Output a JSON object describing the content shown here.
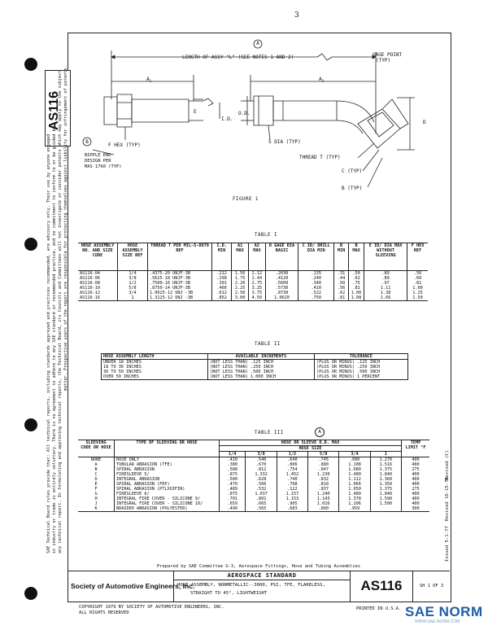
{
  "doc": {
    "handwritten_mark": "3",
    "side_id": "AS116",
    "side_notice_lines": [
      "SAE Technical Board rules provide that: All technical reports, including standards approved and practices recommended, are advisory only. Their use by anyone engaged",
      "in industry or trade is entirely voluntary. There is no agreement to adhere to any SAE standard or recommended practice, and no commitment to conform to or be guided by",
      "any technical report. In formulating and approving technical reports, the Technical Board, its Councils and Committees will not investigate or consider patents which may apply to the subject",
      "matter. Prospective users of the report are responsible for protecting themselves against liability for infringement of patents."
    ],
    "right_vertical": [
      "Issued 5-1-77",
      "Revised 10-15-78",
      "Revised  (C)"
    ]
  },
  "figure": {
    "callout_a": "A",
    "length_label": "LENGTH OF ASSY \"L\" (SEE NOTES 1 AND 2)",
    "gage_point": "GAGE POINT",
    "gage_point_sub": "(TYP)",
    "a1": "A",
    "a1_sub": "1",
    "a2": "A",
    "a2_sub": "2",
    "e_label": "E",
    "id_label": "I.D.",
    "od_label": "O.D.",
    "d_label": "D",
    "f_hex": "F HEX (TYP)",
    "s_dia": "S DIA (TYP)",
    "callout_b": "B",
    "nipple": "NIPPLE END",
    "design_per": "DESIGN PER",
    "mas": "MAS 1760 (TYP)",
    "thread": "THREAD T (TYP)",
    "c_typ": "C (TYP)",
    "b_typ": "B (TYP)",
    "caption": "FIGURE 1"
  },
  "table1": {
    "caption": "TABLE I",
    "headers": [
      "HOSE ASSEMBLY NO. AND SIZE CODE",
      "HOSE ASSEMBLY SIZE REF",
      "THREAD T PER MIL-S-8879 REF",
      "I.D. MIN",
      "A1 MAX",
      "A2 MAX",
      "D GAGE DIA BASIC",
      "C ID/ DRILL DIA MIN",
      "B MIN",
      "B MAX",
      "E ID/ DIA MAX WITHOUT SLEEVING",
      "F HEX REF"
    ],
    "rows": [
      [
        "AS116-04",
        "1/4",
        ".4375-20 UNJF-3B",
        ".212",
        "1.56",
        "2.12",
        ".2030",
        ".135",
        ".31",
        ".50",
        ".89",
        ".56"
      ],
      [
        "AS116-06",
        "3/8",
        ".5625-18 UNJF-3B",
        ".298",
        "1.75",
        "2.44",
        ".4120",
        ".240",
        ".44",
        ".62",
        ".89",
        ".69"
      ],
      [
        "AS116-08",
        "1/2",
        ".7500-16 UNJF-3B",
        ".391",
        "2.20",
        "2.75",
        ".5600",
        ".340",
        ".50",
        ".75",
        ".97",
        ".81"
      ],
      [
        "AS116-10",
        "5/8",
        ".8750-14 UNJF-3B",
        ".466",
        "2.25",
        "3.25",
        ".5730",
        ".410",
        ".56",
        ".81",
        "1.11",
        "1.00"
      ],
      [
        "AS116-12",
        "3/4",
        "1.0625-12 UNJ -3B",
        ".612",
        "2.50",
        "3.75",
        ".8730",
        ".522",
        ".62",
        "1.00",
        "1.38",
        "1.25"
      ],
      [
        "AS116-16",
        "1",
        "1.3125-12 UNJ -3B",
        ".852",
        "3.00",
        "4.50",
        "1.0620",
        ".750",
        ".81",
        "1.08",
        "1.66",
        "1.50"
      ]
    ]
  },
  "table2": {
    "caption": "TABLE II",
    "headers": [
      "HOSE ASSEMBLY LENGTH",
      "AVAILABLE INCREMENTS",
      "TOLERANCE"
    ],
    "rows": [
      [
        "UNDER 18 INCHES",
        "(NOT LESS THAN)  .125 INCH",
        "(PLUS OR MINUS) .125 INCH"
      ],
      [
        "18 TO 36 INCHES",
        "(NOT LESS THAN)  .250 INCH",
        "(PLUS OR MINUS) .250 INCH"
      ],
      [
        "36 TO 50 INCHES",
        "(NOT LESS THAN)  .500 INCH",
        "(PLUS OR MINUS) .500 INCH"
      ],
      [
        "OVER 50 INCHES",
        "(NOT LESS THAN) 1.000 INCH",
        "(PLUS OR MINUS) 1 PERCENT"
      ]
    ]
  },
  "table3": {
    "caption": "TABLE III",
    "callout": "A",
    "h_code": "SLEEVING CODE OR HOSE",
    "h_type": "TYPE OF SLEEVING OR HOSE",
    "h_group": "HOSE OR SLEEVE O.D. MAX",
    "h_size": "HOSE SIZE",
    "h_temp": "TEMP LIMIT °F",
    "sizes": [
      "1/4",
      "3/8",
      "1/2",
      "5/8",
      "3/4",
      "1"
    ],
    "rows": [
      [
        "NONE",
        "HOSE ONLY",
        ".410",
        ".540",
        ".640",
        ".745",
        ".990",
        "1.270",
        "400"
      ],
      [
        "A",
        "TUBULAR ABRASION (TFE)",
        ".380",
        ".670",
        ".806",
        ".880",
        "1.108",
        "1.516",
        "400"
      ],
      [
        "B",
        "SPIRAL ABRASION",
        ".588",
        ".812",
        ".754",
        ".847",
        "1.080",
        "1.375",
        "275"
      ],
      [
        "C",
        "FIRESLEEVE  5/",
        ".875",
        "1.332",
        "1.452",
        "1.230",
        "1.480",
        "1.840",
        "400"
      ],
      [
        "D",
        "INTEGRAL ABRASION",
        ".500",
        ".628",
        ".740",
        ".832",
        "1.112",
        "1.360",
        "400"
      ],
      [
        "E",
        "SPIRAL ABRASION (FEP)",
        ".470",
        ".506",
        ".708",
        ".810",
        "1.066",
        "1.350",
        "400"
      ],
      [
        "F",
        "SPIRAL ABRASION (PTLXOIFIN)",
        ".489",
        ".532",
        ".122",
        ".837",
        "1.050",
        "1.375",
        "275"
      ],
      [
        "G",
        "FIRESLEEVE  6/",
        ".875",
        "1.037",
        "1.157",
        "1.240",
        "1.480",
        "1.840",
        "400"
      ],
      [
        "H",
        "INTEGRAL FIRE COVER - SILICONE  9/",
        ".701",
        ".891",
        "1.153",
        "1.143",
        "1.378",
        "1.590",
        "400"
      ],
      [
        "J",
        "INTEGRAL FIRE COVER - SILICONE  10/",
        ".659",
        ".665",
        ".905",
        "1.016",
        "1.206",
        "1.500",
        "400"
      ],
      [
        "K",
        "BRAIDED ABRASION (POLYESTER)",
        ".490",
        ".565",
        ".683",
        ".800",
        ".959",
        "",
        "300"
      ]
    ]
  },
  "footer": {
    "prepared": "Prepared by SAE Committee G-3, Aerospace Fittings, Hose and Tubing Assemblies",
    "society": "Society of Automotive Engineers, Inc.",
    "standard": "AEROSPACE   STANDARD",
    "desc1": "HOSE ASSEMBLY, NONMETALLIC--3000, PSI, TFE, FLARELESS,",
    "desc2": "STRAIGHT TO 45°, LIGHTWEIGHT",
    "doc_id": "AS116",
    "sheet": "SH 1 OF 3",
    "copyright1": "COPYRIGHT 1979 BY SOCIETY OF AUTOMOTIVE ENGINEERS, INC.",
    "copyright2": "ALL RIGHTS RESERVED",
    "printed": "PRINTED IN U.S.A.",
    "brand_big": "SAE NORM",
    "brand_small": "WWW.SAE-NORM.COM"
  }
}
